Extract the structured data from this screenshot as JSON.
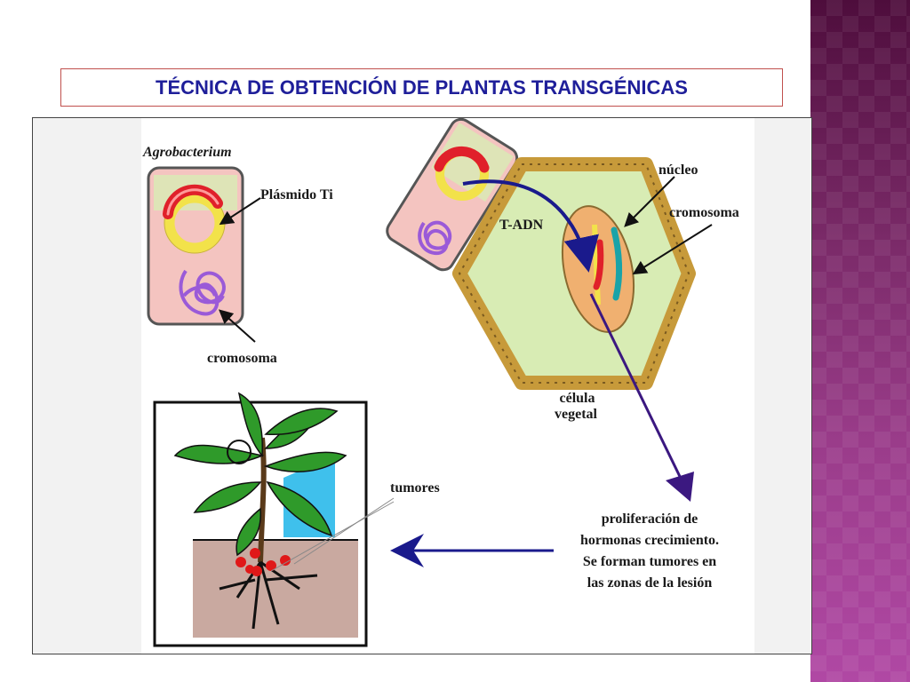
{
  "title": "TÉCNICA DE OBTENCIÓN DE PLANTAS TRANSGÉNICAS",
  "labels": {
    "agrobacterium": "Agrobacterium",
    "plasmido": "Plásmido Ti",
    "cromosoma_bacteria": "cromosoma",
    "t_adn": "T-ADN",
    "nucleo": "núcleo",
    "cromosoma_celula": "cromosoma",
    "celula_line1": "célula",
    "celula_line2": "vegetal",
    "tumores": "tumores",
    "proliferacion": [
      "proliferación de",
      "hormonas crecimiento.",
      "Se forman tumores en",
      "las zonas de la lesión"
    ]
  },
  "colors": {
    "title_text": "#1f1f9a",
    "title_border": "#c0504d",
    "arrow_blue": "#1a1a8c",
    "arrow_purple": "#3b1880",
    "bacteria_fill": "#f4c4c0",
    "plasmid_yellow": "#f2e24a",
    "plasmid_red": "#e0202a",
    "chromosome_purple": "#9a5ad8",
    "cell_wall": "#c79a3a",
    "cytoplasm": "#d8ecb4",
    "nucleus": "#f0b070",
    "teal": "#1aa3a8",
    "tumor_red": "#e01818",
    "soil": "#c9a9a0",
    "water": "#3fc0ec",
    "leaf_green": "#2f9a2a",
    "side_band": "#7a2a68"
  }
}
